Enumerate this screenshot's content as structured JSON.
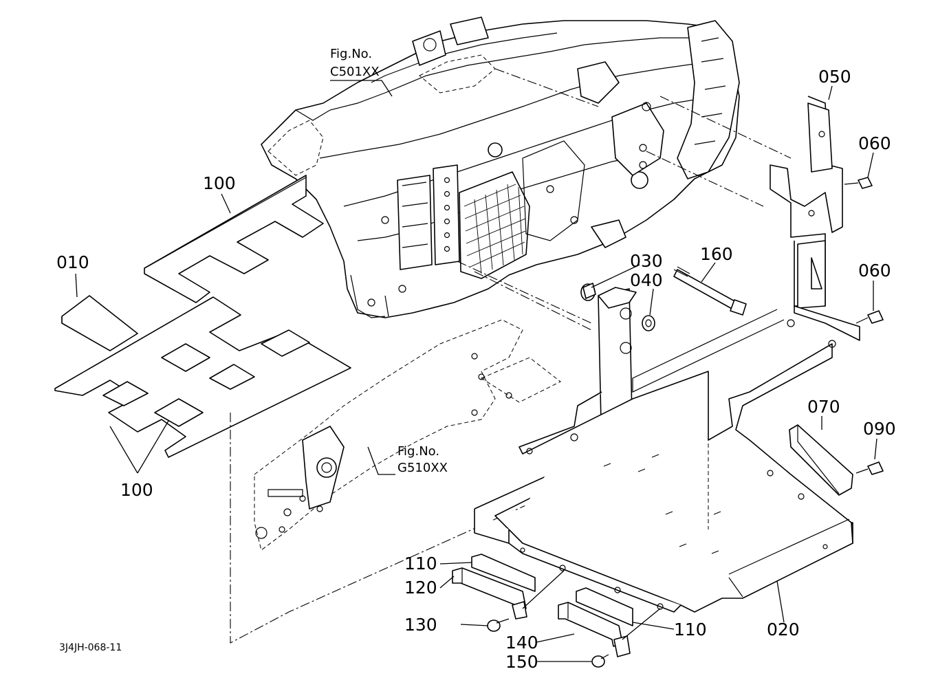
{
  "figure_refs": [
    {
      "prefix": "Fig.No.",
      "code": "C501XX"
    },
    {
      "prefix": "Fig.No.",
      "code": "G510XX"
    }
  ],
  "callouts": {
    "p010": "010",
    "p020": "020",
    "p030": "030",
    "p040": "040",
    "p050": "050",
    "p060a": "060",
    "p060b": "060",
    "p070": "070",
    "p090": "090",
    "p100a": "100",
    "p100b": "100",
    "p110a": "110",
    "p110b": "110",
    "p120": "120",
    "p130": "130",
    "p140": "140",
    "p150": "150",
    "p160": "160"
  },
  "drawing_code": "3J4JH-068-11"
}
